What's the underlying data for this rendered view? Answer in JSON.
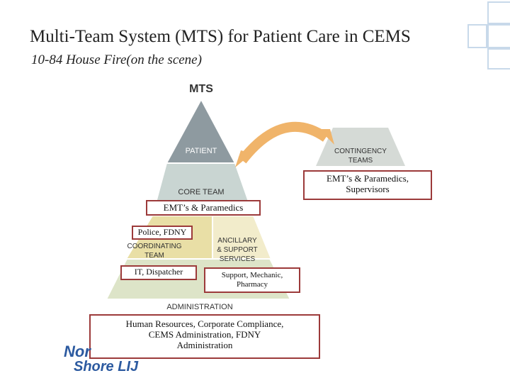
{
  "slide": {
    "title": "Multi-Team System (MTS) for Patient Care in CEMS",
    "subtitle": "10-84 House Fire(on the scene)"
  },
  "diagram": {
    "mts_label": "MTS",
    "patient_label": "PATIENT",
    "core_team_label": "CORE TEAM",
    "coordinating_label_1": "COORDINATING",
    "coordinating_label_2": "TEAM",
    "ancillary_label_1": "ANCILLARY",
    "ancillary_label_2": "& SUPPORT",
    "ancillary_label_3": "SERVICES",
    "administration_label": "ADMINISTRATION",
    "contingency_label_1": "CONTINGENCY",
    "contingency_label_2": "TEAMS"
  },
  "annotations": {
    "contingency_members_1": "EMT’s & Paramedics,",
    "contingency_members_2": "Supervisors",
    "core_members": "EMT’s & Paramedics",
    "coordinating_members": "Police, FDNY",
    "coordinating_members_2": "IT, Dispatcher",
    "ancillary_members_1": "Support, Mechanic,",
    "ancillary_members_2": "Pharmacy",
    "admin_members_1": "Human Resources, Corporate Compliance,",
    "admin_members_2": "CEMS Administration, FDNY",
    "admin_members_3": "Administration"
  },
  "logo": {
    "line1": "Nor",
    "line2": "Shore LIJ"
  },
  "colors": {
    "patient": "#8e9aa0",
    "core": "#c9d5d2",
    "coordinating": "#e9dfa6",
    "ancillary": "#f2eccb",
    "administration": "#dde4c8",
    "contingency": "#d5dad6",
    "arrow": "#f0b46a",
    "annotation_border": "#9c3a3a",
    "logo": "#2c5aa0"
  }
}
